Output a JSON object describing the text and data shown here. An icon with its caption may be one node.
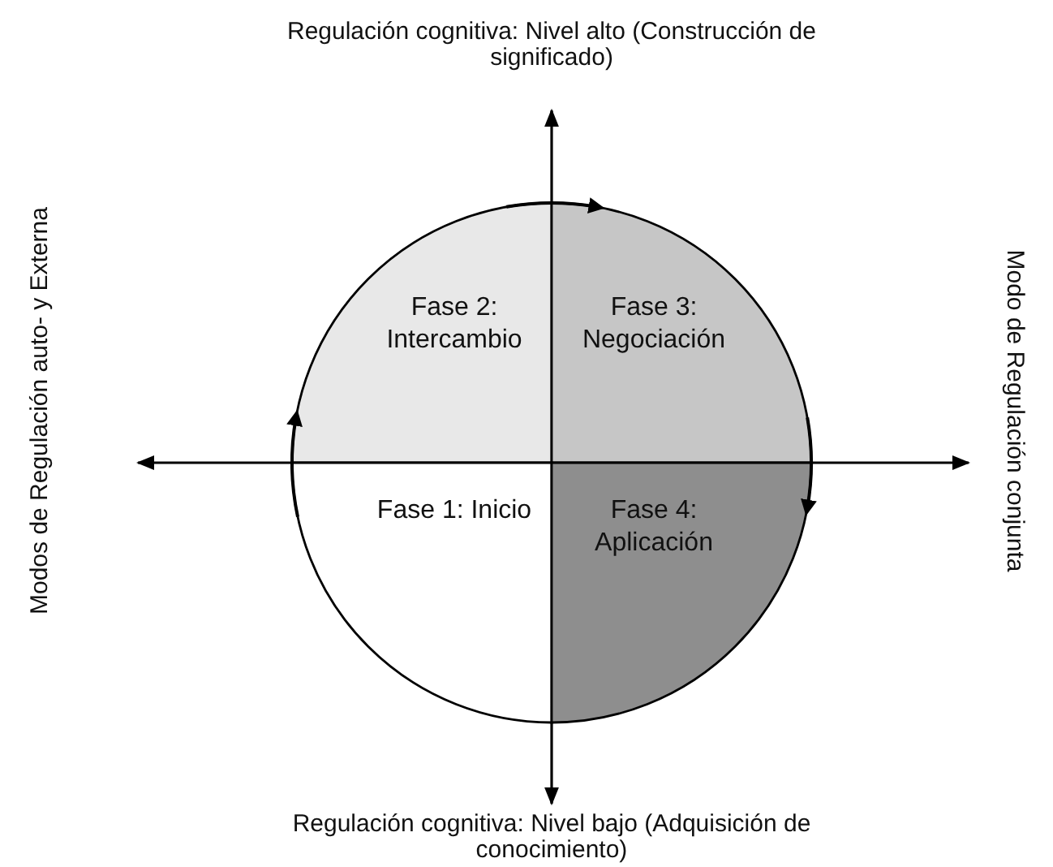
{
  "diagram": {
    "nodes": [
      {
        "text": [
          "Fase 2: Intercambio"
        ]
      },
      {
        "text": [
          "Fase 3: Negociación"
        ]
      },
      {
        "text": [
          "Fase 1: Inicio"
        ]
      },
      {
        "text": [
          "Fase 4: Aplicación"
        ]
      }
    ],
    "edges": [
      {
        "from": 2,
        "to": 0,
        "arrow": "to"
      },
      {
        "from": 0,
        "to": 1,
        "arrow": "to"
      },
      {
        "from": 1,
        "to": 3,
        "arrow": "to"
      }
    ],
    "labels": [
      "Regulación cognitiva: Nivel alto (Construcción de significado)",
      "Modos de Regulación auto- y Externa",
      "Modo de Regulación conjunta",
      "Regulación cognitiva: Nivel bajo (Adquisición de conocimiento)"
    ]
  }
}
